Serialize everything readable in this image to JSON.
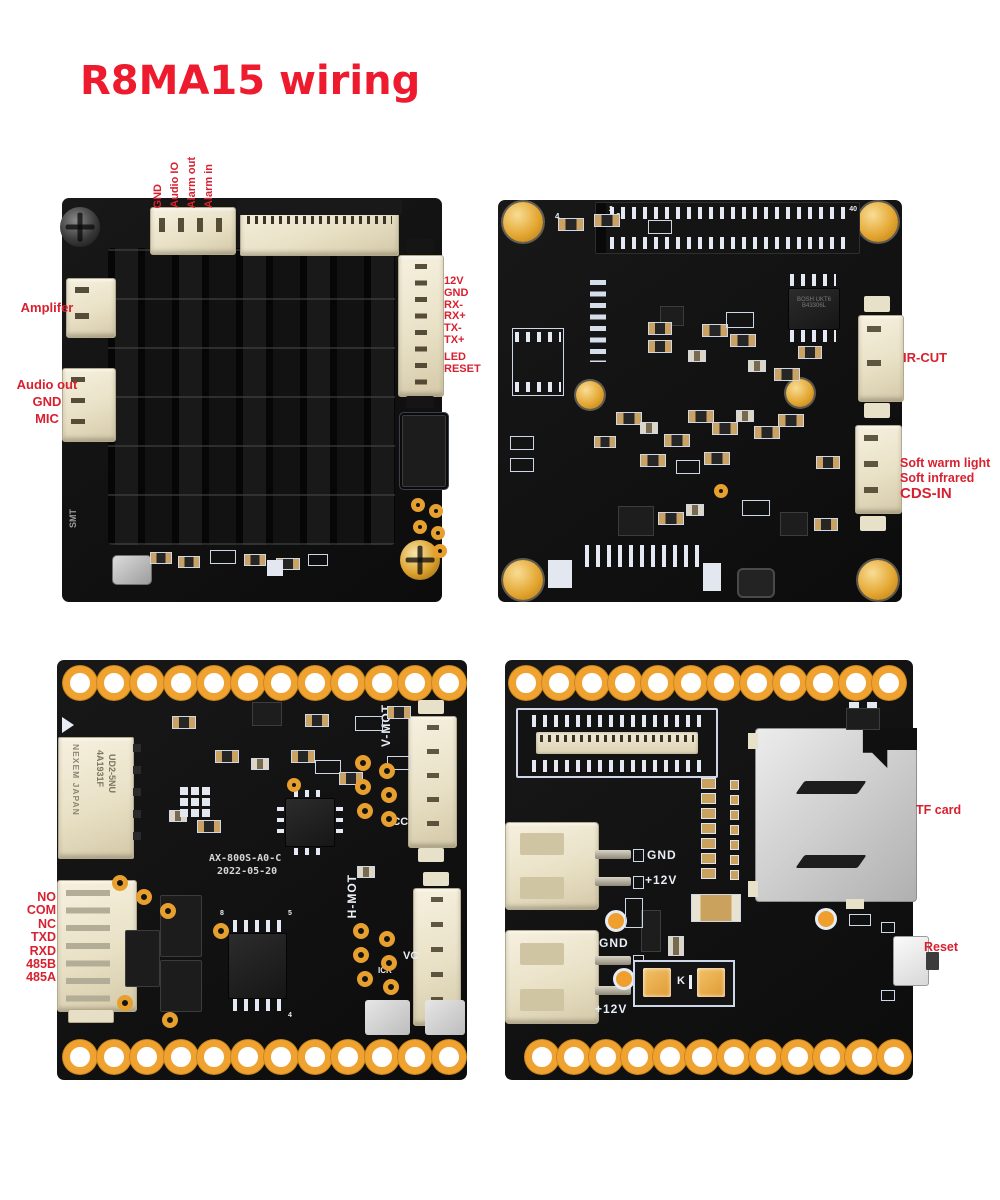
{
  "title": "R8MA15 wiring",
  "colors": {
    "title_red": "#ed1b2d",
    "label_red": "#d8202f",
    "pcb_black": "#101010",
    "gold": "#efa22e",
    "connector_cream": "#ece4cc",
    "silkscreen_white": "#e9eef6"
  },
  "main_board": {
    "top_connector_labels": [
      "GND",
      "Audio IO",
      "Alarm out",
      "Alarm in"
    ],
    "amplifier_label": "Amplifer",
    "audio_labels": [
      "Audio out",
      "GND",
      "MIC"
    ],
    "uart_labels": [
      "12V",
      "GND",
      "RX-",
      "RX+",
      "TX-",
      "TX+",
      "LED",
      "RESET"
    ],
    "smt_marking": "SMT"
  },
  "sensor_board": {
    "ircut_label": "IR-CUT",
    "light_labels": [
      "Soft warm light",
      "Soft infrared",
      "CDS-IN"
    ],
    "ffc_pin_numbers": [
      "2",
      "40"
    ],
    "silk_digits": [
      "4",
      "3"
    ],
    "chip_marking_lines": [
      "BOSH UKT6",
      "B43306L"
    ]
  },
  "motor_board": {
    "port_labels": [
      "NO",
      "COM",
      "NC",
      "TXD",
      "RXD",
      "485B",
      "485A"
    ],
    "relay_marking_lines": [
      "NEXEM JAPAN",
      "4A1931F",
      "UD2-5NU"
    ],
    "soic_pin_numbers": [
      "8",
      "5",
      "4"
    ],
    "silkscreen": {
      "model": "AX-800S-A0-C",
      "date": "2022-05-20",
      "v_mot": "V-MOT",
      "vcc": "VCC",
      "h_mot": "H-MOT",
      "vc": "VC",
      "icr": "ICR"
    }
  },
  "tf_board": {
    "tf_label": "TF card",
    "reset_label": "Reset",
    "silkscreen": {
      "gnd_top": "GND",
      "v12_top": "+12V",
      "gnd_mid": "GND",
      "v12_bottom": "+12V",
      "diode_mark": "K"
    }
  }
}
